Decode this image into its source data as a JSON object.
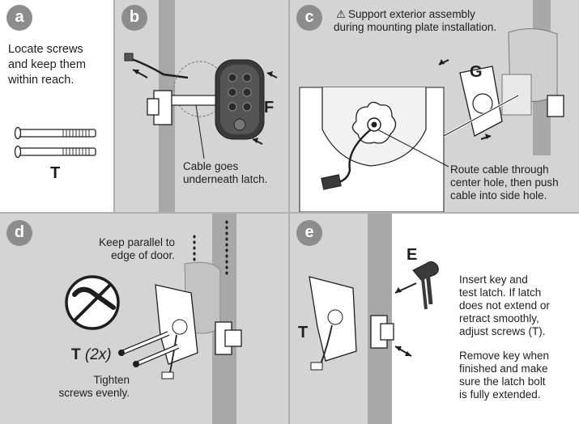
{
  "panels": {
    "a": {
      "step": "a",
      "text_lines": [
        "Locate screws",
        "and keep them",
        "within reach."
      ],
      "part_label": "T"
    },
    "b": {
      "step": "b",
      "part_label": "F",
      "caption_lines": [
        "Cable goes",
        "underneath latch."
      ]
    },
    "c": {
      "step": "c",
      "warning_icon": "warning-triangle-icon",
      "warning_lines": [
        "Support exterior assembly",
        "during mounting plate installation."
      ],
      "part_label": "G",
      "caption_lines": [
        "Route cable through",
        "center hole, then push",
        "cable into side hole."
      ]
    },
    "d": {
      "step": "d",
      "note_lines": [
        "Keep parallel to",
        "edge of door."
      ],
      "part_label": "T",
      "part_qty": "(2x)",
      "caption_lines": [
        "Tighten",
        "screws evenly."
      ]
    },
    "e": {
      "step": "e",
      "key_label": "E",
      "part_label": "T",
      "instruction_lines": [
        "Insert key and",
        "test latch. If latch",
        "does not extend or",
        "retract smoothly,",
        "adjust screws (T)."
      ],
      "remove_lines": [
        "Remove key when",
        "finished and make",
        "sure the latch bolt",
        "is fully extended."
      ]
    }
  },
  "colors": {
    "panel_bg": "#d4d4d4",
    "door_edge": "#a8a8a8",
    "step_badge": "#8c8c8c",
    "line": "#1e1e1e"
  }
}
